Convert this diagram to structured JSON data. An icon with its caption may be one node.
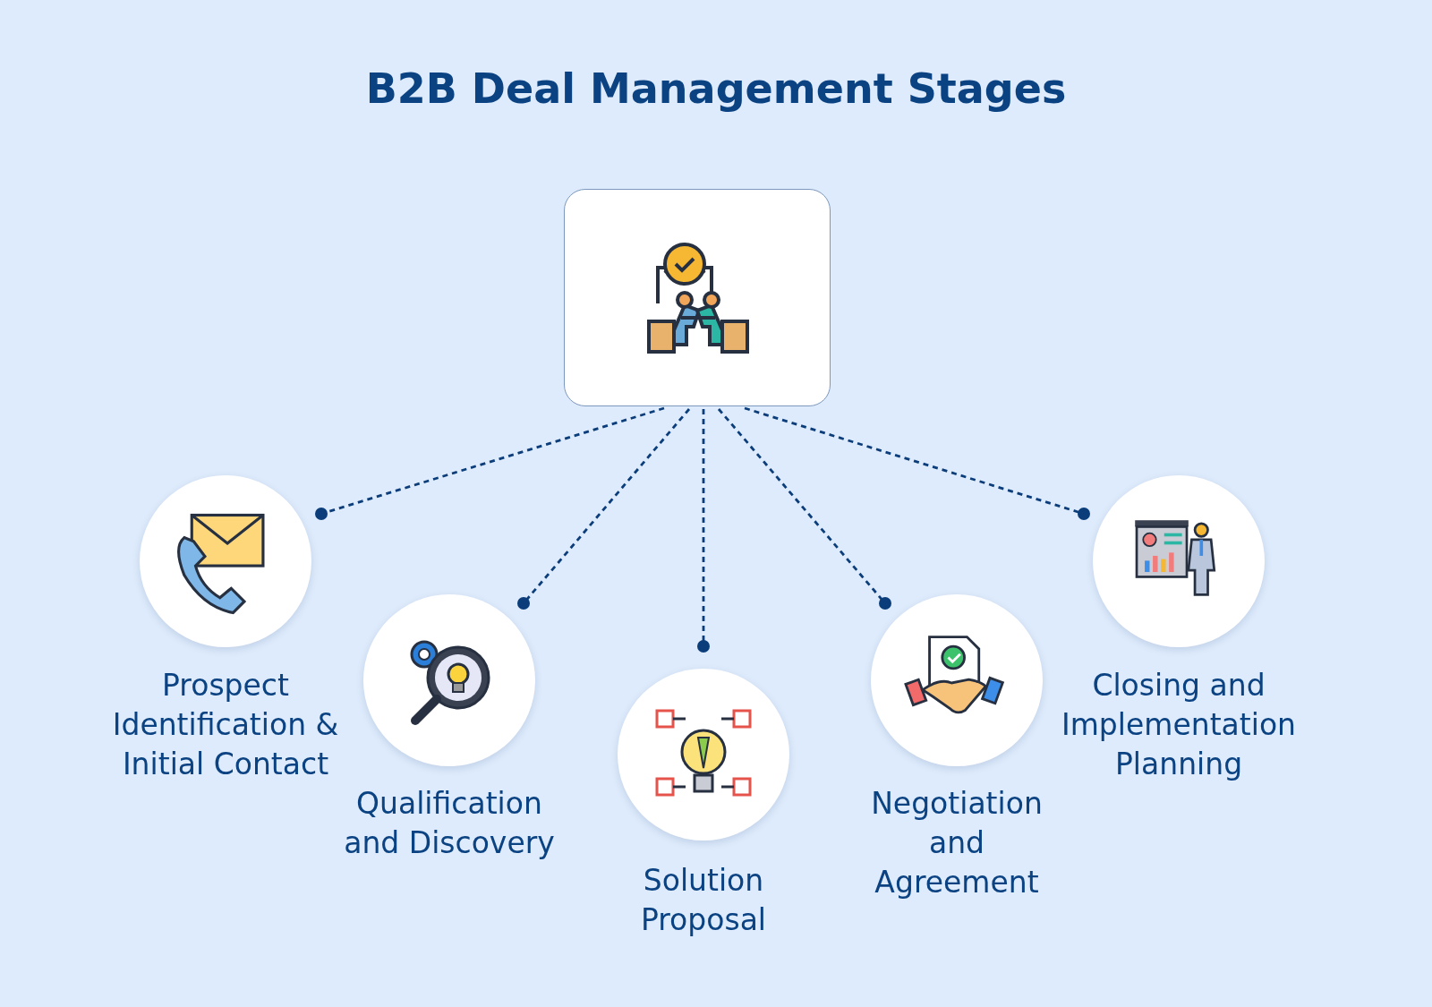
{
  "diagram": {
    "title": "B2B Deal Management Stages",
    "nodes": [
      {
        "text": [],
        "shape": "box"
      },
      {
        "text": [
          "Prospect Identification & Initial Contact"
        ]
      },
      {
        "text": [
          "Qualification and Discovery"
        ]
      },
      {
        "text": [
          "Solution Proposal"
        ]
      },
      {
        "text": [
          "Negotiation and Agreement"
        ]
      },
      {
        "text": [
          "Closing and Implementation Planning"
        ]
      }
    ],
    "edges": [
      {
        "from": 0,
        "to": 1,
        "arrow": "other",
        "style": "dashed"
      },
      {
        "from": 0,
        "to": 2,
        "arrow": "other",
        "style": "dashed"
      },
      {
        "from": 0,
        "to": 3,
        "arrow": "other",
        "style": "dashed"
      },
      {
        "from": 0,
        "to": 4,
        "arrow": "other",
        "style": "dashed"
      },
      {
        "from": 0,
        "to": 5,
        "arrow": "other",
        "style": "dashed"
      }
    ]
  }
}
